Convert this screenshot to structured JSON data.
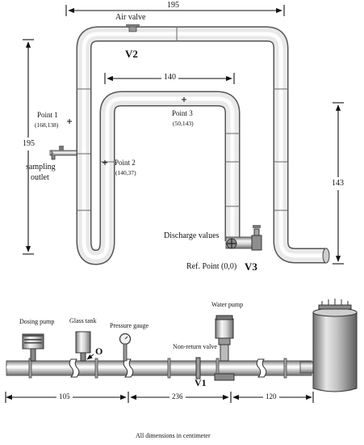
{
  "dims": {
    "top_width": "195",
    "inner_width": "140",
    "left_height": "195",
    "right_height": "143",
    "bottom_left": "105",
    "bottom_mid": "236",
    "bottom_right": "120"
  },
  "labels": {
    "air_valve": "Air valve",
    "v2": "V2",
    "v1": "V1",
    "v3": "V3",
    "point1_name": "Point 1",
    "point1_coords": "(168,138)",
    "point2_name": "Point 2",
    "point2_coords": "(140,37)",
    "point3_name": "Point 3",
    "point3_coords": "(50,143)",
    "sampling": "sampling",
    "outlet": "outlet",
    "discharge_values": "Discharge values",
    "ref_point": "Ref. Point (0,0)",
    "dosing_pump": "Dosing pump",
    "glass_tank": "Glass tank",
    "pressure_gauge": "Pressure gauge",
    "water_pump": "Water pump",
    "non_return_valve": "Non-return valve",
    "o_marker": "O",
    "footer": "All dimensions in centimeter"
  },
  "colors": {
    "pipe_light": "#f4f4f4",
    "pipe_mid": "#bdbdbd",
    "pipe_dark": "#7a7a7a",
    "ink": "#111111"
  }
}
